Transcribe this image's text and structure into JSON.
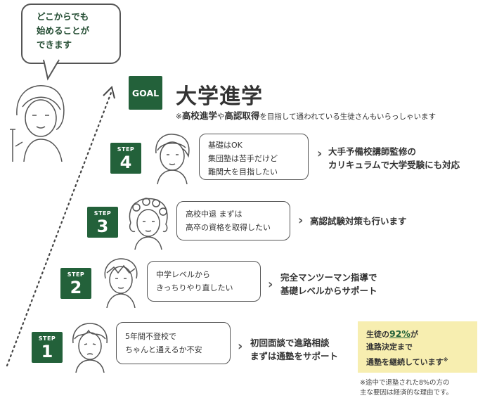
{
  "speech": {
    "line1": "どこからでも",
    "line2": "始めることが",
    "line3": "できます"
  },
  "goal": {
    "badge": "GOAL",
    "title": "大学進学",
    "sub_prefix": "※",
    "sub_b1": "高校進学",
    "sub_mid1": "や",
    "sub_b2": "高認取得",
    "sub_rest": "を目指して通われている生徒さんもいらっしゃいます"
  },
  "steps": [
    {
      "label": "STEP",
      "num": "4",
      "bubble": [
        "基礎はOK",
        "集団塾は苦手だけど",
        "難関大を目指したい"
      ],
      "result": [
        "大手予備校講師監修の",
        "カリキュラムで大学受験にも対応"
      ]
    },
    {
      "label": "STEP",
      "num": "3",
      "bubble": [
        "高校中退 まずは",
        "高卒の資格を取得したい"
      ],
      "result": [
        "高認試験対策も行います"
      ]
    },
    {
      "label": "STEP",
      "num": "2",
      "bubble": [
        "中学レベルから",
        "きっちりやり直したい"
      ],
      "result": [
        "完全マンツーマン指導で",
        "基礎レベルからサポート"
      ]
    },
    {
      "label": "STEP",
      "num": "1",
      "bubble": [
        "5年間不登校で",
        "ちゃんと通えるか不安"
      ],
      "result": [
        "初回面談で進路相談",
        "まずは通塾をサポート"
      ]
    }
  ],
  "note": {
    "pre": "生徒の",
    "pct": "92%",
    "post": "が",
    "line2": "進路決定まで",
    "line3": "通塾を継続しています",
    "mark": "※"
  },
  "footnote": {
    "line1": "※途中で退塾された8%の方の",
    "line2": "主な要因は経済的な理由です。"
  },
  "colors": {
    "green": "#23613a",
    "note_bg": "#f7eeb0"
  },
  "icons": {
    "chevron": "›"
  }
}
